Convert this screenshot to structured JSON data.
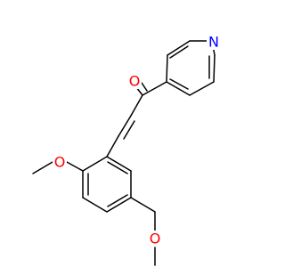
{
  "molecule": {
    "atoms": {
      "ketone_oxygen": {
        "label": "O",
        "color": "#ff0000"
      },
      "pyridine_nitrogen": {
        "label": "N",
        "color": "#0000ff"
      },
      "methoxy_oxygen_top": {
        "label": "O",
        "color": "#ff0000"
      },
      "methoxy_oxygen_bottom": {
        "label": "O",
        "color": "#ff0000"
      }
    },
    "bond_color": "#000000"
  }
}
